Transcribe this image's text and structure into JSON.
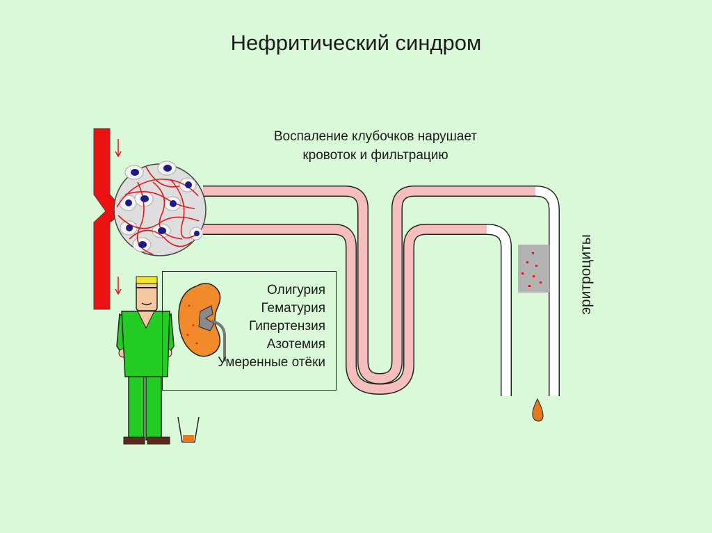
{
  "title": "Нефритический синдром",
  "caption": {
    "line1": "Воспаление клубочков нарушает",
    "line2": "кровоток и фильтрацию"
  },
  "symptoms": [
    "Олигурия",
    "Гематурия",
    "Гипертензия",
    "Азотемия",
    "Умеренные отёки"
  ],
  "rbc_label": "эритроциты",
  "colors": {
    "background": "#d9f9d9",
    "vessel": "#ee1111",
    "tubule_pink": "#f6bdbd",
    "tubule_white": "#ffffff",
    "glomerulus": "#dedede",
    "cell_nucleus": "#1a1a8c",
    "scrub": "#22cc22",
    "kidney": "#f08a2a",
    "urine_blood": "#e8781e",
    "hair": "#f2e62a"
  }
}
